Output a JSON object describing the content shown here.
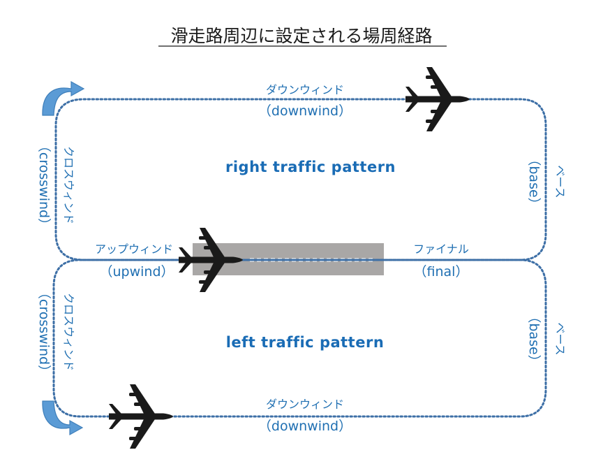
{
  "title": "滑走路周辺に設定される場周経路",
  "colors": {
    "path": "#3d6fa6",
    "label": "#1f6fb2",
    "arrow": "#5b9bd5",
    "runway": "#a9a7a6",
    "aircraft": "#1a1a1a"
  },
  "legs": {
    "downwind_top_jp": "ダウンウィンド",
    "downwind_top_en": "（downwind）",
    "crosswind_top_jp": "クロスウィンド",
    "crosswind_top_en": "（crosswind）",
    "base_top_jp": "ベース",
    "base_top_en": "（base）",
    "upwind_jp": "アップウィンド",
    "upwind_en": "（upwind）",
    "final_jp": "ファイナル",
    "final_en": "（final）",
    "crosswind_bottom_jp": "クロスウィンド",
    "crosswind_bottom_en": "（crosswind）",
    "base_bottom_jp": "ベース",
    "base_bottom_en": "（base）",
    "downwind_bottom_jp": "ダウンウィンド",
    "downwind_bottom_en": "（downwind）"
  },
  "patterns": {
    "right": "right traffic pattern",
    "left": "left traffic pattern"
  },
  "icons": {
    "aircraft": "airplane-icon",
    "turn_arrow": "curved-arrow-icon"
  }
}
